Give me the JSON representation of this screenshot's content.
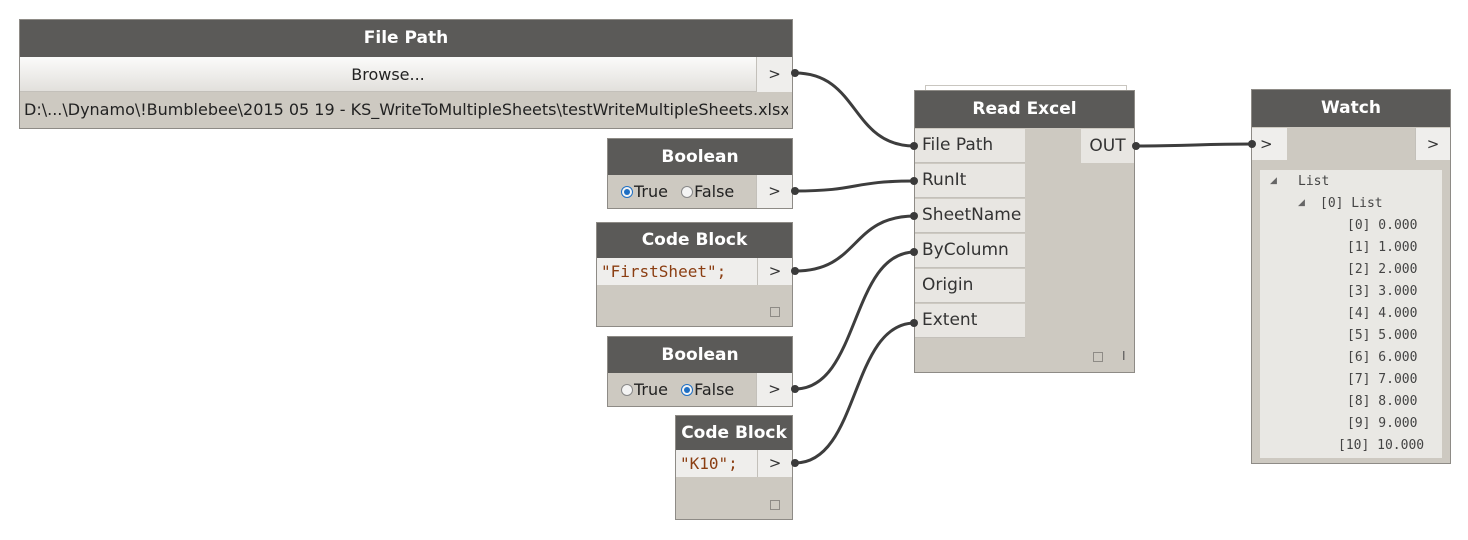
{
  "file_path_node": {
    "title": "File Path",
    "browse_label": "Browse...",
    "output_label": ">",
    "path_value": "D:\\...\\Dynamo\\!Bumblebee\\2015 05 19 - KS_WriteToMultipleSheets\\testWriteMultipleSheets.xlsx"
  },
  "boolean_node_1": {
    "title": "Boolean",
    "true_label": "True",
    "false_label": "False",
    "selected": "True",
    "output_label": ">"
  },
  "code_block_1": {
    "title": "Code Block",
    "code": "\"FirstSheet\";",
    "output_label": ">"
  },
  "boolean_node_2": {
    "title": "Boolean",
    "true_label": "True",
    "false_label": "False",
    "selected": "False",
    "output_label": ">"
  },
  "code_block_2": {
    "title": "Code Block",
    "code": "\"K10\";",
    "output_label": ">"
  },
  "read_excel_node": {
    "title": "Read Excel",
    "inputs": [
      "File Path",
      "RunIt",
      "SheetName",
      "ByColumn",
      "Origin",
      "Extent"
    ],
    "output": "OUT",
    "lacing_mark": "I"
  },
  "watch_node": {
    "title": "Watch",
    "input_label": ">",
    "output_label": ">",
    "tree": {
      "root": "List",
      "sublist": "[0] List",
      "items": [
        "[0] 0.000",
        "[1] 1.000",
        "[2] 2.000",
        "[3] 3.000",
        "[4] 4.000",
        "[5] 5.000",
        "[6] 6.000",
        "[7] 7.000",
        "[8] 8.000",
        "[9] 9.000",
        "[10] 10.000"
      ]
    },
    "expander_glyph": "◢"
  }
}
